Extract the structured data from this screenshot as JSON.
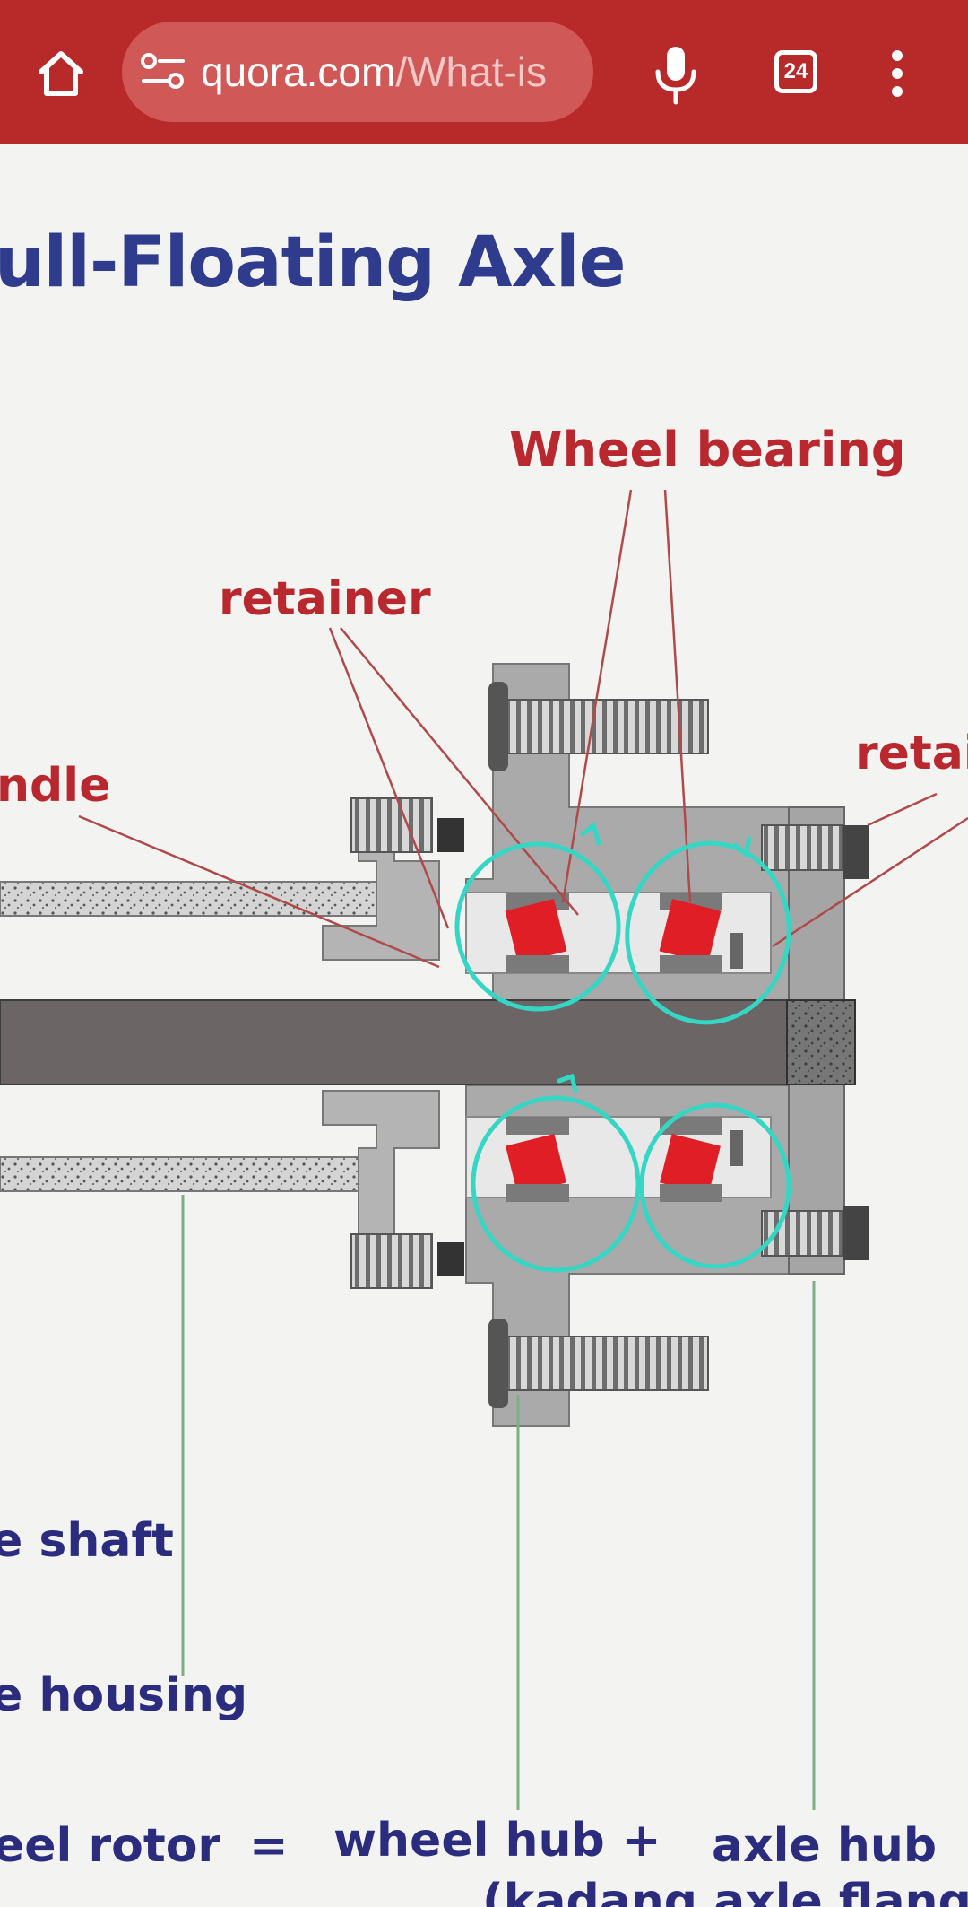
{
  "browser": {
    "url_domain": "quora.com",
    "url_path": "/What-is",
    "tab_count": "24",
    "icons": {
      "home": "home-icon",
      "site_info": "tune-icon",
      "voice": "mic-icon",
      "tabs": "tab-switcher-icon",
      "menu": "more-vert-icon"
    },
    "colors": {
      "toolbar": "#b8292a",
      "urlbox": "#d05856"
    }
  },
  "image": {
    "title": "ull-Floating Axle",
    "labels": {
      "wheel_bearing": "Wheel bearing",
      "retainer_left": "retainer",
      "retainer_right": "retai",
      "spindle": "ndle",
      "axle_shaft": "e shaft",
      "axle_housing": "e housing",
      "formula_rotor": "eel rotor",
      "formula_eq": "=",
      "formula_hub": "wheel hub",
      "formula_plus": "+",
      "formula_axle_hub": "axle hub",
      "formula_paren": "(kadang axle flange"
    },
    "colors": {
      "title": "#2f3b8c",
      "red_label": "#b8282e",
      "blue_label": "#2b2c7d",
      "annotation": "#35d6c4",
      "bearing": "#e01e26"
    }
  }
}
